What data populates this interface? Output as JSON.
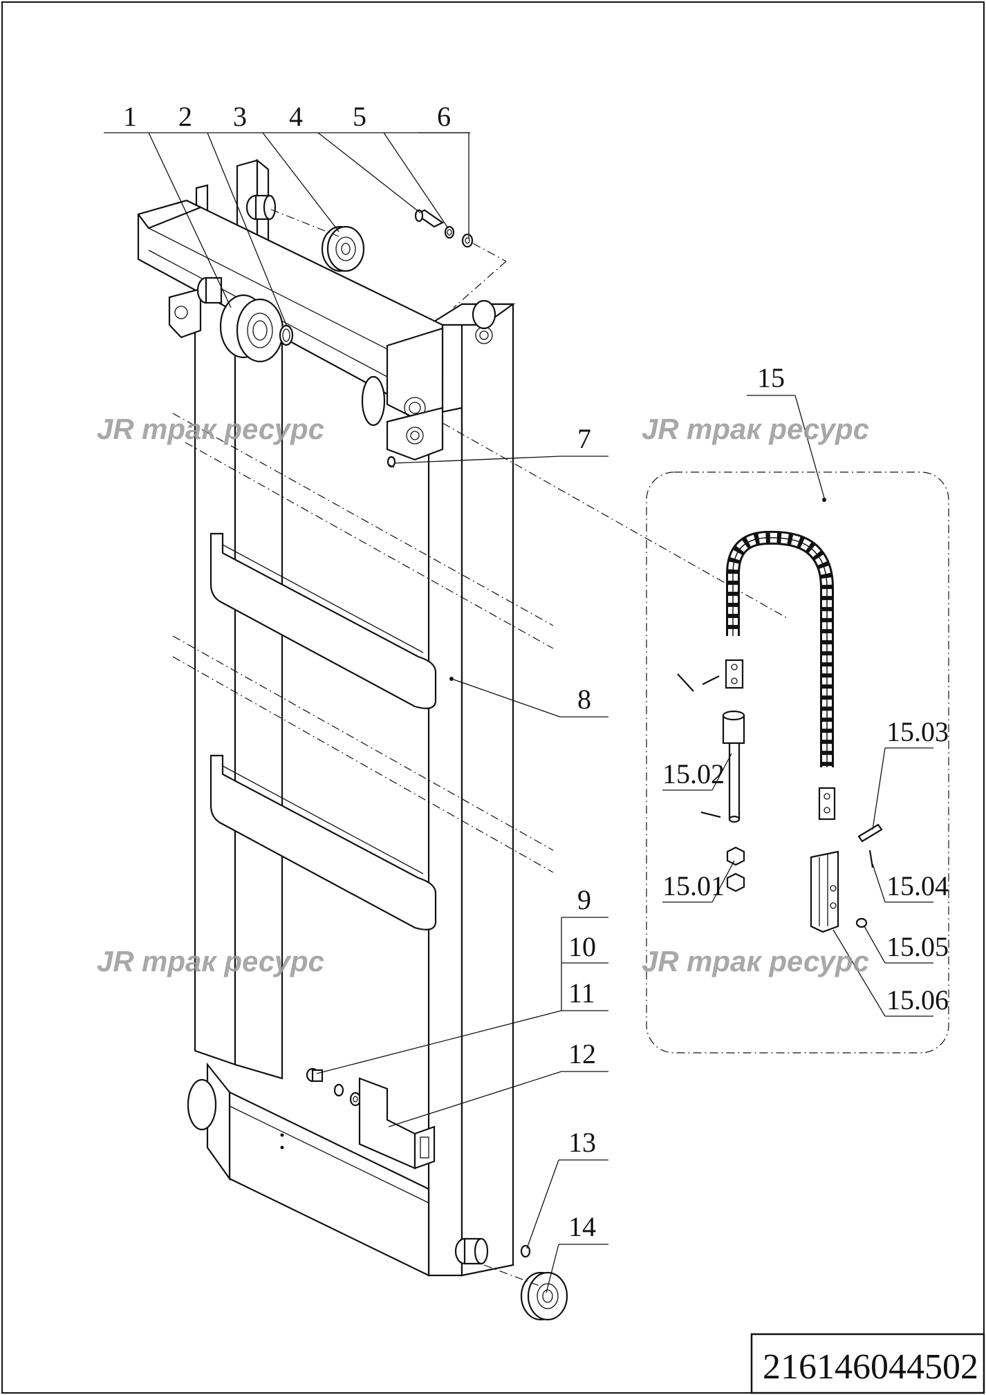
{
  "document": {
    "drawing_number": "216146044502",
    "watermark_text": "трак ресурс",
    "watermark_logo": "TR-logo"
  },
  "callouts": [
    {
      "id": "c1",
      "label": "1"
    },
    {
      "id": "c2",
      "label": "2"
    },
    {
      "id": "c3",
      "label": "3"
    },
    {
      "id": "c4",
      "label": "4"
    },
    {
      "id": "c5",
      "label": "5"
    },
    {
      "id": "c6",
      "label": "6"
    },
    {
      "id": "c7",
      "label": "7"
    },
    {
      "id": "c8",
      "label": "8"
    },
    {
      "id": "c9",
      "label": "9"
    },
    {
      "id": "c10",
      "label": "10"
    },
    {
      "id": "c11",
      "label": "11"
    },
    {
      "id": "c12",
      "label": "12"
    },
    {
      "id": "c13",
      "label": "13"
    },
    {
      "id": "c14",
      "label": "14"
    },
    {
      "id": "c15",
      "label": "15"
    },
    {
      "id": "c1502",
      "label": "15.02"
    },
    {
      "id": "c1501",
      "label": "15.01"
    },
    {
      "id": "c1503",
      "label": "15.03"
    },
    {
      "id": "c1504",
      "label": "15.04"
    },
    {
      "id": "c1505",
      "label": "15.05"
    },
    {
      "id": "c1506",
      "label": "15.06"
    }
  ],
  "colors": {
    "line": "#111111",
    "watermark": "#9a9a9a",
    "background": "#ffffff"
  }
}
